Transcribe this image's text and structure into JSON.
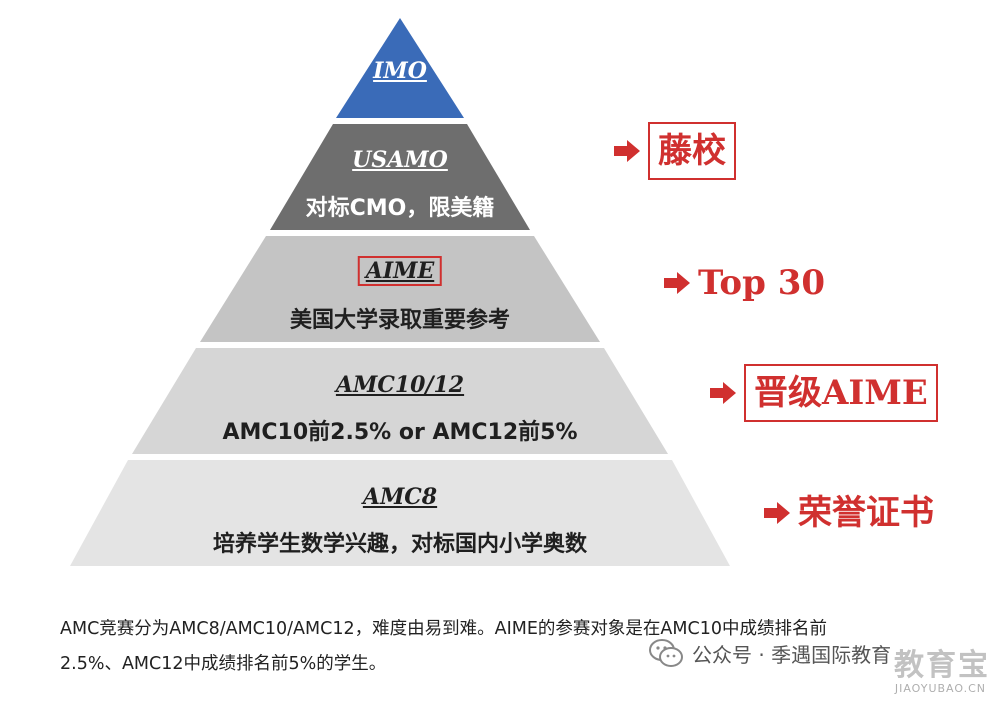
{
  "pyramid": {
    "levels": [
      {
        "title": "IMO",
        "description": "",
        "fill": "#3a6bb8",
        "title_color": "#ffffff"
      },
      {
        "title": "USAMO",
        "description": "对标CMO，限美籍",
        "fill": "#6e6e6e",
        "title_color": "#ffffff",
        "desc_color": "#ffffff"
      },
      {
        "title": "AIME",
        "description": "美国大学录取重要参考",
        "fill": "#c4c4c4",
        "title_color": "#1f1f1f",
        "desc_color": "#1f1f1f",
        "boxed": true
      },
      {
        "title": "AMC10/12",
        "description": "AMC10前2.5% or AMC12前5%",
        "fill": "#d6d6d6",
        "title_color": "#1f1f1f",
        "desc_color": "#1f1f1f"
      },
      {
        "title": "AMC8",
        "description": "培养学生数学兴趣，对标国内小学奥数",
        "fill": "#e4e4e4",
        "title_color": "#1f1f1f",
        "desc_color": "#1f1f1f"
      }
    ]
  },
  "callouts": [
    {
      "text": "藤校",
      "boxed": true
    },
    {
      "text": "Top 30",
      "boxed": false
    },
    {
      "text": "晋级AIME",
      "boxed": true
    },
    {
      "text": "荣誉证书",
      "boxed": false
    }
  ],
  "accent_color": "#d0302f",
  "caption": {
    "line1": "AMC竞赛分为AMC8/AMC10/AMC12，难度由易到难。AIME的参赛对象是在AMC10中成绩排名前",
    "line2": "2.5%、AMC12中成绩排名前5%的学生。"
  },
  "watermark": {
    "account": "公众号 · 季遇国际教育",
    "brand": "教育宝",
    "brand_url": "JIAOYUBAO.CN",
    "icon": "wechat-icon"
  }
}
